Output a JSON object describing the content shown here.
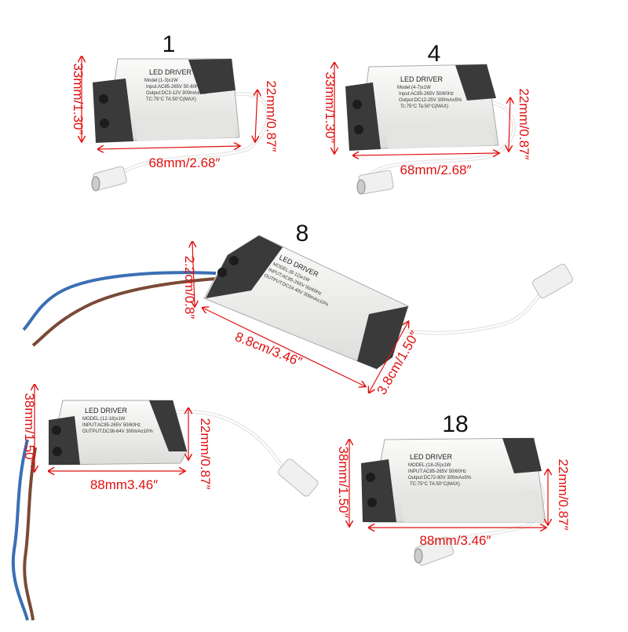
{
  "products": [
    {
      "number": "1",
      "label": "LED DRIVER",
      "model": "Model:(1-3)x1W",
      "input": "Input:AC85-265V 50-60Hz",
      "output": "Output:DC3-12V 300mA±5%",
      "temp": "TC:75°C   TA:50°C(MAX)",
      "height": "33mm/1.30″",
      "side": "22mm/0.87″",
      "length": "68mm/2.68″"
    },
    {
      "number": "4",
      "label": "LED DRIVER",
      "model": "Model:(4-7)x1W",
      "input": "Input:AC85-265V 50/60Hz",
      "output": "Output:DC12-25V 300mA±5%",
      "temp": "Tc:75°C   Ta:50°C(MAX)",
      "height": "33mm/1.30″",
      "side": "22mm/0.87″",
      "length": "68mm/2.68″"
    },
    {
      "number": "8",
      "label": "LED DRIVER",
      "model": "MODEL:(8-12)x1W",
      "input": "INPUT:AC85-265V 50/60Hz",
      "output": "OUTPUT:DC24-40V 300mA±10%",
      "temp": "",
      "height": "2.2cm/0.8″",
      "side": "3.8cm/1.50″",
      "length": "8.8cm/3.46″"
    },
    {
      "number": "",
      "label": "LED DRIVER",
      "model": "MODEL:(12-18)x1W",
      "input": "INPUT:AC85-265V 50/60Hz",
      "output": "OUTPUT:DC36-64V 300mA±10%",
      "temp": "",
      "height": "38mm/1.50″",
      "side": "22mm/0.87″",
      "length": "88mm3.46″"
    },
    {
      "number": "18",
      "label": "LED DRIVER",
      "model": "MODEL:(18-25)x1W",
      "input": "INPUT:AC85-265V 50/60Hz",
      "output": "Output:DC72-90V 300mA±5%",
      "temp": "TC:75°C   TA:50°C(MAX)",
      "height": "38mm/1.50″",
      "side": "22mm/0.87″",
      "length": "88mm/3.46″"
    }
  ],
  "colors": {
    "dimension": "#e01010",
    "body": "#f2f2f0",
    "cap": "#3a3a3a",
    "wire_blue": "#3b6fb5",
    "wire_brown": "#7a4a36",
    "cable": "#f4f4f4"
  }
}
